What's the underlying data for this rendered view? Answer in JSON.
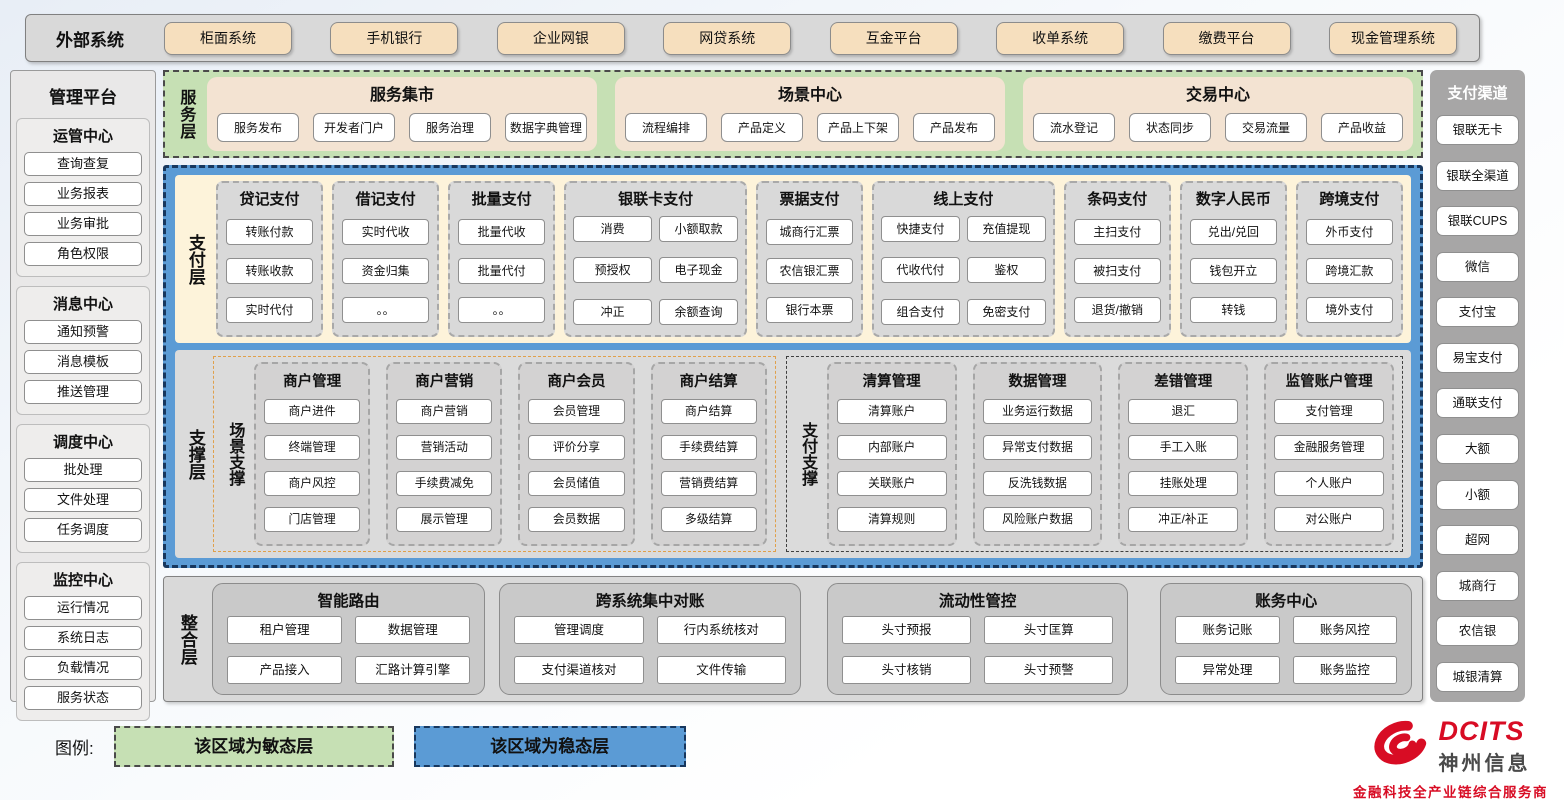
{
  "external_systems": {
    "label": "外部系统",
    "items": [
      "柜面系统",
      "手机银行",
      "企业网银",
      "网贷系统",
      "互金平台",
      "收单系统",
      "缴费平台",
      "现金管理系统"
    ]
  },
  "management_platform": {
    "title": "管理平台",
    "groups": [
      {
        "title": "运管中心",
        "items": [
          "查询查复",
          "业务报表",
          "业务审批",
          "角色权限"
        ]
      },
      {
        "title": "消息中心",
        "items": [
          "通知预警",
          "消息模板",
          "推送管理"
        ]
      },
      {
        "title": "调度中心",
        "items": [
          "批处理",
          "文件处理",
          "任务调度"
        ]
      },
      {
        "title": "监控中心",
        "items": [
          "运行情况",
          "系统日志",
          "负载情况",
          "服务状态"
        ]
      }
    ]
  },
  "service_layer": {
    "label": "服务层",
    "sections": [
      {
        "title": "服务集市",
        "items": [
          "服务发布",
          "开发者门户",
          "服务治理",
          "数据字典管理"
        ]
      },
      {
        "title": "场景中心",
        "items": [
          "流程编排",
          "产品定义",
          "产品上下架",
          "产品发布"
        ]
      },
      {
        "title": "交易中心",
        "items": [
          "流水登记",
          "状态同步",
          "交易流量",
          "产品收益"
        ]
      }
    ]
  },
  "payment_layer": {
    "label": "支付层",
    "columns": [
      {
        "title": "贷记支付",
        "cols": 1,
        "items": [
          "转账付款",
          "转账收款",
          "实时代付"
        ]
      },
      {
        "title": "借记支付",
        "cols": 1,
        "items": [
          "实时代收",
          "资金归集",
          "。。"
        ]
      },
      {
        "title": "批量支付",
        "cols": 1,
        "items": [
          "批量代收",
          "批量代付",
          "。。"
        ]
      },
      {
        "title": "银联卡支付",
        "cols": 2,
        "items": [
          "消费",
          "小额取款",
          "预授权",
          "电子现金",
          "冲正",
          "余额查询"
        ]
      },
      {
        "title": "票据支付",
        "cols": 1,
        "items": [
          "城商行汇票",
          "农信银汇票",
          "银行本票"
        ]
      },
      {
        "title": "线上支付",
        "cols": 2,
        "items": [
          "快捷支付",
          "充值提现",
          "代收代付",
          "鉴权",
          "组合支付",
          "免密支付"
        ]
      },
      {
        "title": "条码支付",
        "cols": 1,
        "items": [
          "主扫支付",
          "被扫支付",
          "退货/撤销"
        ]
      },
      {
        "title": "数字人民币",
        "cols": 1,
        "items": [
          "兑出/兑回",
          "钱包开立",
          "转钱"
        ]
      },
      {
        "title": "跨境支付",
        "cols": 1,
        "items": [
          "外币支付",
          "跨境汇款",
          "境外支付"
        ]
      }
    ]
  },
  "support_layer": {
    "label": "支撑层",
    "zones": [
      {
        "label": "场景支撑",
        "columns": [
          {
            "title": "商户管理",
            "items": [
              "商户进件",
              "终端管理",
              "商户风控",
              "门店管理"
            ]
          },
          {
            "title": "商户营销",
            "items": [
              "商户营销",
              "营销活动",
              "手续费减免",
              "展示管理"
            ]
          },
          {
            "title": "商户会员",
            "items": [
              "会员管理",
              "评价分享",
              "会员储值",
              "会员数据"
            ]
          },
          {
            "title": "商户结算",
            "items": [
              "商户结算",
              "手续费结算",
              "营销费结算",
              "多级结算"
            ]
          }
        ]
      },
      {
        "label": "支付支撑",
        "columns": [
          {
            "title": "清算管理",
            "items": [
              "清算账户",
              "内部账户",
              "关联账户",
              "清算规则"
            ]
          },
          {
            "title": "数据管理",
            "items": [
              "业务运行数据",
              "异常支付数据",
              "反洗钱数据",
              "风险账户数据"
            ]
          },
          {
            "title": "差错管理",
            "items": [
              "退汇",
              "手工入账",
              "挂账处理",
              "冲正/补正"
            ]
          },
          {
            "title": "监管账户管理",
            "items": [
              "支付管理",
              "金融服务管理",
              "个人账户",
              "对公账户"
            ]
          }
        ]
      }
    ]
  },
  "integration_layer": {
    "label": "整合层",
    "sections": [
      {
        "title": "智能路由",
        "items": [
          "租户管理",
          "数据管理",
          "产品接入",
          "汇路计算引擎"
        ]
      },
      {
        "title": "跨系统集中对账",
        "items": [
          "管理调度",
          "行内系统核对",
          "支付渠道核对",
          "文件传输"
        ]
      },
      {
        "title": "流动性管控",
        "items": [
          "头寸预报",
          "头寸匡算",
          "头寸核销",
          "头寸预警"
        ]
      },
      {
        "title": "账务中心",
        "items": [
          "账务记账",
          "账务风控",
          "异常处理",
          "账务监控"
        ]
      }
    ]
  },
  "payment_channels": {
    "title": "支付渠道",
    "items": [
      "银联无卡",
      "银联全渠道",
      "银联CUPS",
      "微信",
      "支付宝",
      "易宝支付",
      "通联支付",
      "大额",
      "小额",
      "超网",
      "城商行",
      "农信银",
      "城银清算"
    ]
  },
  "legend": {
    "label": "图例:",
    "agile": "该区域为敏态层",
    "stable": "该区域为稳态层"
  },
  "logo": {
    "name": "DCITS",
    "cn": "神州信息",
    "tagline": "金融科技全产业链综合服务商"
  },
  "colors": {
    "agile_green": "#c6e0b4",
    "stable_blue": "#5b9bd5",
    "stable_border": "#17375e",
    "cream": "#fdf3da",
    "panel_gray": "#d9d9d9",
    "channel_gray": "#a7a6a6",
    "tan_button": "#f6dfbe",
    "brand_red": "#d80c24"
  }
}
